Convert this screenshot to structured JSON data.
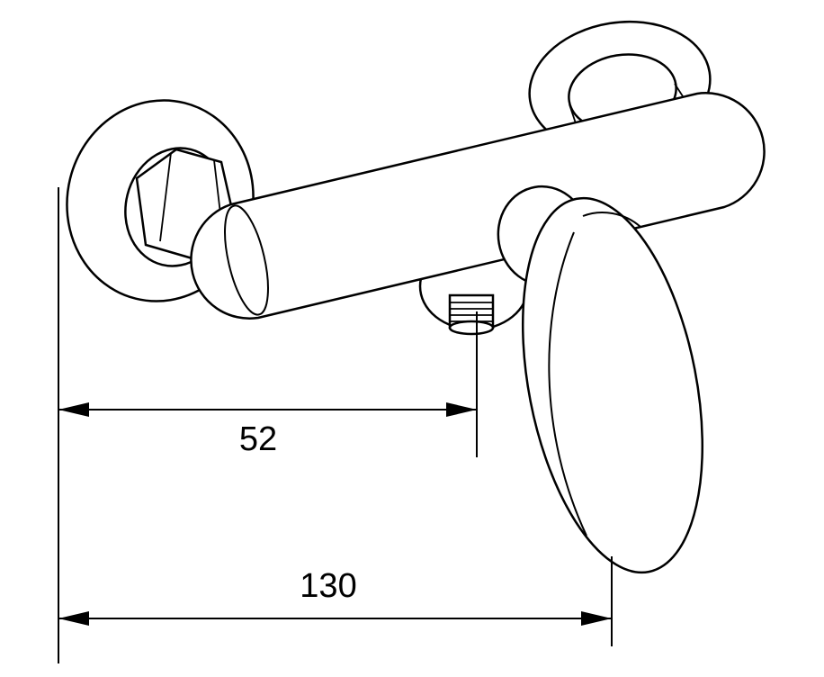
{
  "drawing": {
    "subject": "wall-mounted-single-lever-shower-mixer",
    "style": "technical-line-drawing",
    "colors": {
      "line": "#000000",
      "background": "#ffffff"
    },
    "dimensions": {
      "outlet_offset": "52",
      "overall_depth": "130"
    }
  }
}
